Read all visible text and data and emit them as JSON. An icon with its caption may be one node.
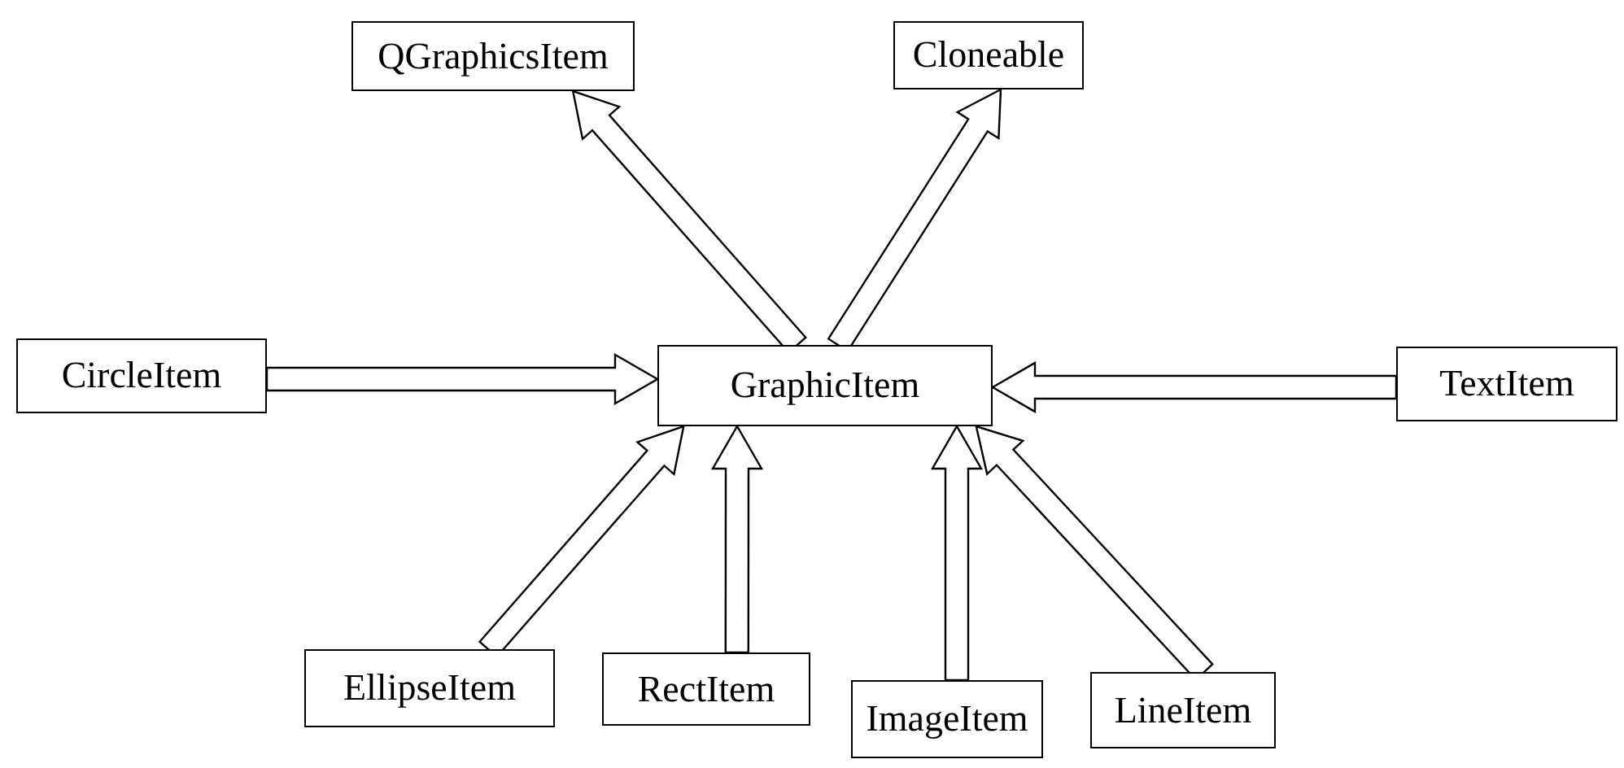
{
  "diagram": {
    "nodes": [
      {
        "text": [
          "QGraphicsItem"
        ]
      },
      {
        "text": [
          "Cloneable"
        ]
      },
      {
        "text": [
          "CircleItem"
        ]
      },
      {
        "text": [
          "GraphicItem"
        ]
      },
      {
        "text": [
          "TextItem"
        ]
      },
      {
        "text": [
          "EllipseItem"
        ]
      },
      {
        "text": [
          "RectItem"
        ]
      },
      {
        "text": [
          "ImageItem"
        ]
      },
      {
        "text": [
          "LineItem"
        ]
      }
    ],
    "edges": [
      {
        "from": 3,
        "to": 0,
        "arrow": "to"
      },
      {
        "from": 3,
        "to": 1,
        "arrow": "to"
      },
      {
        "from": 2,
        "to": 3,
        "arrow": "to"
      },
      {
        "from": 4,
        "to": 3,
        "arrow": "to"
      },
      {
        "from": 5,
        "to": 3,
        "arrow": "to"
      },
      {
        "from": 6,
        "to": 3,
        "arrow": "to"
      },
      {
        "from": 7,
        "to": 3,
        "arrow": "to"
      },
      {
        "from": 8,
        "to": 3,
        "arrow": "to"
      }
    ]
  }
}
